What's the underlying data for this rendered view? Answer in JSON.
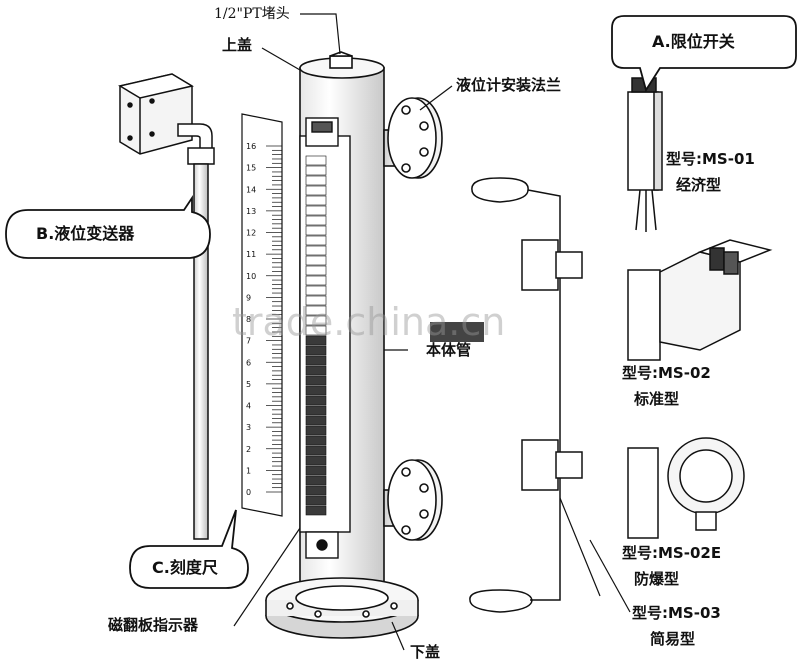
{
  "labels": {
    "plug": "1/2\"PT堵头",
    "top_cover": "上盖",
    "flange": "液位计安装法兰",
    "switch": "A.限位开关",
    "transmitter": "B.液位变送器",
    "body_tube": "本体管",
    "scale": "C.刻度尺",
    "indicator": "磁翻板指示器",
    "bottom_cover": "下盖"
  },
  "models": [
    {
      "model": "型号:MS-01",
      "type": "经济型"
    },
    {
      "model": "型号:MS-02",
      "type": "标准型"
    },
    {
      "model": "型号:MS-02E",
      "type": "防爆型"
    },
    {
      "model": "型号:MS-03",
      "type": "简易型"
    }
  ],
  "scale_ticks": [
    "16",
    "15",
    "14",
    "13",
    "12",
    "11",
    "10",
    "9",
    "8",
    "7",
    "6",
    "5",
    "4",
    "3",
    "2",
    "1",
    "0"
  ],
  "watermark": "trade.china.cn"
}
